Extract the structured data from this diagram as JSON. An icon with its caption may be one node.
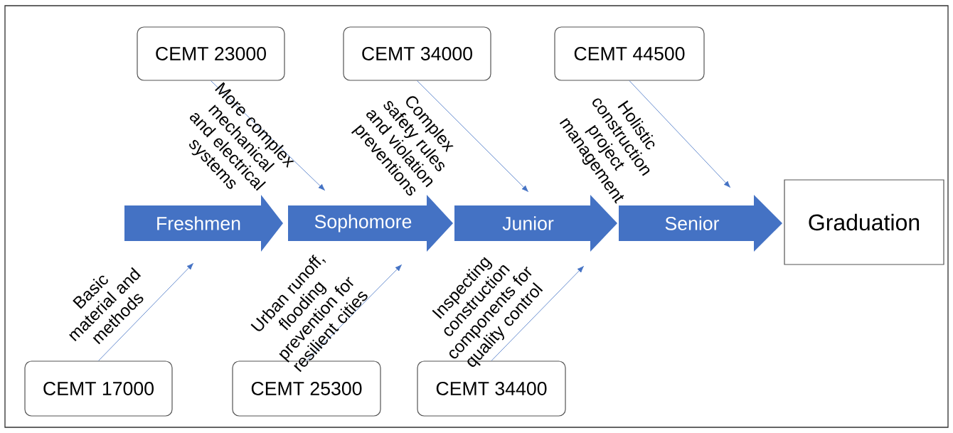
{
  "diagram": {
    "nodes": [
      {
        "text": [
          "CEMT 23000"
        ]
      },
      {
        "text": [
          "CEMT 34000"
        ]
      },
      {
        "text": [
          "CEMT 44500"
        ]
      },
      {
        "text": [
          "Freshmen"
        ]
      },
      {
        "text": [
          "Sophomore"
        ]
      },
      {
        "text": [
          "Junior"
        ]
      },
      {
        "text": [
          "Senior"
        ]
      },
      {
        "text": [
          "Graduation"
        ]
      },
      {
        "text": [
          "CEMT 17000"
        ]
      },
      {
        "text": [
          "CEMT 25300"
        ]
      },
      {
        "text": [
          "CEMT 34400"
        ]
      }
    ],
    "edges": [
      {
        "from": 0,
        "to": 4,
        "arrow": "to",
        "label": "More complex mechanical and electrical systems"
      },
      {
        "from": 1,
        "to": 5,
        "arrow": "to",
        "label": "Complex safety rules and violation preventions"
      },
      {
        "from": 2,
        "to": 6,
        "arrow": "to",
        "label": "Holistic construction project management"
      },
      {
        "from": 8,
        "to": 3,
        "arrow": "to",
        "label": "Basic material and methods"
      },
      {
        "from": 9,
        "to": 4,
        "arrow": "to",
        "label": "Urban runoff, flooding prevention for resilient cities"
      },
      {
        "from": 10,
        "to": 5,
        "arrow": "to",
        "label": "Inspecting construction components for quality control"
      }
    ]
  }
}
